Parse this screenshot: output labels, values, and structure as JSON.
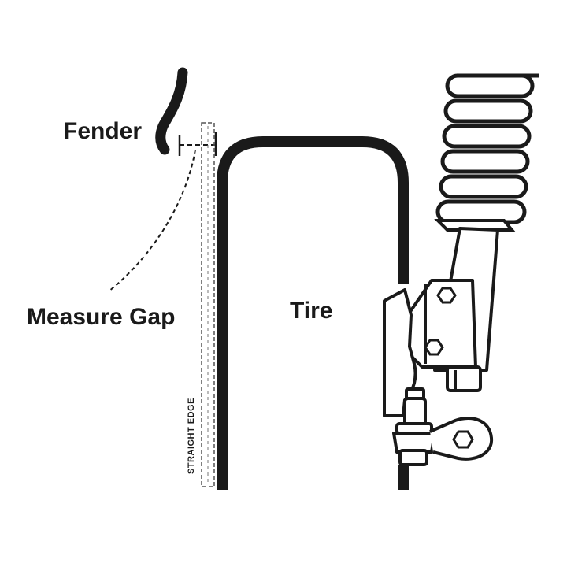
{
  "labels": {
    "fender": "Fender",
    "measure_gap": "Measure Gap",
    "tire": "Tire",
    "straight_edge": "STRAIGHT EDGE"
  },
  "colors": {
    "ink": "#1a1a1a",
    "background": "#ffffff"
  }
}
